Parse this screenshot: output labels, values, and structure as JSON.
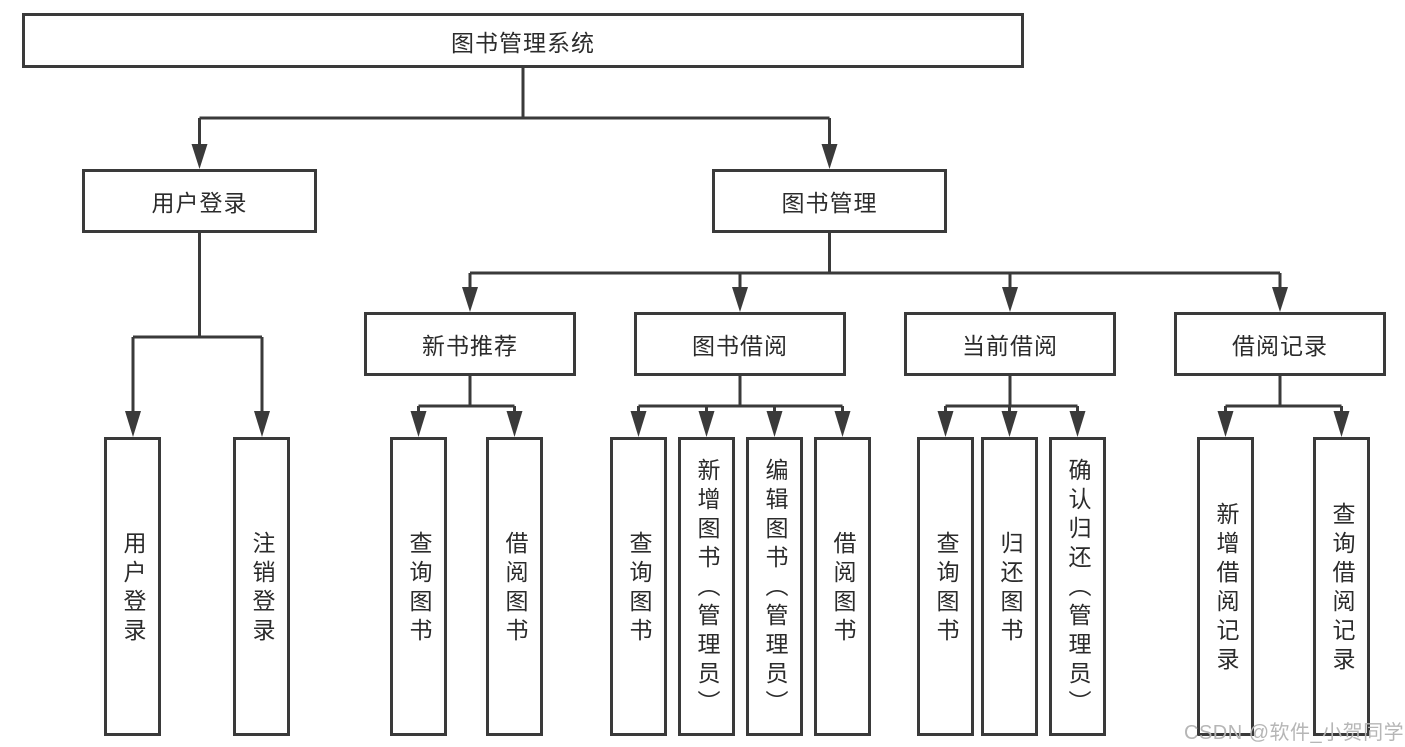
{
  "root": {
    "label": "图书管理系统"
  },
  "userLogin": {
    "label": "用户登录",
    "children": [
      {
        "label": "用户登录"
      },
      {
        "label": "注销登录"
      }
    ]
  },
  "bookManagement": {
    "label": "图书管理",
    "sections": [
      {
        "label": "新书推荐",
        "children": [
          {
            "label": "查询图书"
          },
          {
            "label": "借阅图书"
          }
        ]
      },
      {
        "label": "图书借阅",
        "children": [
          {
            "label": "查询图书"
          },
          {
            "label": "新增图书（管理员）"
          },
          {
            "label": "编辑图书（管理员）"
          },
          {
            "label": "借阅图书"
          }
        ]
      },
      {
        "label": "当前借阅",
        "children": [
          {
            "label": "查询图书"
          },
          {
            "label": "归还图书"
          },
          {
            "label": "确认归还（管理员）"
          }
        ]
      },
      {
        "label": "借阅记录",
        "children": [
          {
            "label": "新增借阅记录"
          },
          {
            "label": "查询借阅记录"
          }
        ]
      }
    ]
  },
  "watermark": {
    "text": "CSDN @软件_小贺同学"
  },
  "colors": {
    "line": "#3a3a3a",
    "text": "#2b2b2b",
    "box_background": "#ffffff",
    "watermark": "#b6b6b6",
    "background": "#ffffff"
  }
}
